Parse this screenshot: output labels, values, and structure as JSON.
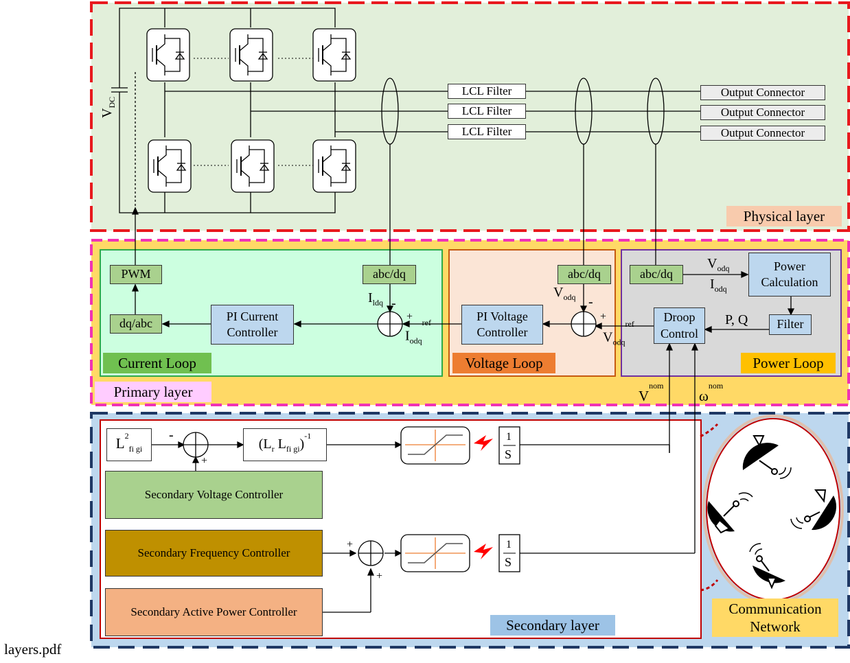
{
  "physical": {
    "label": "Physical layer",
    "vdc_main": "V",
    "vdc_sub": "DC",
    "lcl_filters": [
      "LCL Filter",
      "LCL Filter",
      "LCL Filter"
    ],
    "outputs": [
      "Output Connector",
      "Output Connector",
      "Output Connector"
    ]
  },
  "primary": {
    "label": "Primary layer",
    "current_loop": {
      "title": "Current Loop",
      "pwm": "PWM",
      "dq_abc": "dq/abc",
      "abc_dq": "abc/dq",
      "pi": "PI Current Controller",
      "i_ldq": "I",
      "i_ldq_sub": "ldq",
      "i_odq": "I",
      "i_odq_sub": "odq",
      "i_odq_sup": "ref",
      "plus": "+",
      "minus": "-"
    },
    "voltage_loop": {
      "title": "Voltage Loop",
      "abc_dq": "abc/dq",
      "pi": "PI Voltage Controller",
      "v_odq": "V",
      "v_odq_sub": "odq",
      "v_odq_ref": "V",
      "v_odq_ref_sub": "odq",
      "v_odq_ref_sup": "ref",
      "plus": "+",
      "minus": "-"
    },
    "power_loop": {
      "title": "Power Loop",
      "abc_dq": "abc/dq",
      "power_calc": "Power Calculation",
      "filter": "Filter",
      "droop": "Droop Control",
      "v_odq": "V",
      "v_odq_sub": "odq",
      "i_odq": "I",
      "i_odq_sub": "odq",
      "pq": "P, Q"
    },
    "v_nom": "V",
    "v_nom_sup": "nom",
    "w_nom": "ω",
    "w_nom_sup": "nom"
  },
  "secondary": {
    "label": "Secondary layer",
    "l2_main": "L",
    "l2_sup": "2",
    "l2_sub": "fi gi",
    "inv_expr_open": "(L",
    "inv_expr_r": "r",
    "inv_expr_mid": " L",
    "inv_expr_sub": "fi gi",
    "inv_expr_close": ")",
    "inv_expr_sup": "-1",
    "voltage_ctrl": "Secondary Voltage Controller",
    "freq_ctrl": "Secondary Frequency Controller",
    "power_ctrl": "Secondary Active Power  Controller",
    "integrator_num": "1",
    "integrator_den": "S",
    "plus": "+",
    "minus": "-"
  },
  "comm": {
    "label_line1": "Communication",
    "label_line2": "Network"
  },
  "footer": "layers.pdf",
  "colors": {
    "physical_bg": "#E2EFDA",
    "physical_border": "#E8191E",
    "primary_bg": "#FFD966",
    "primary_border": "#F033B4",
    "current_bg": "#CCFFE0",
    "current_border": "#2EAA4A",
    "voltage_bg": "#FBE5D6",
    "voltage_border": "#C55A11",
    "power_bg": "#D9D9D9",
    "power_border": "#7030A0",
    "secondary_bg": "#BDD7EE",
    "secondary_border": "#1F3864",
    "green_block": "#A9D18E",
    "blue_block": "#BDD7EE",
    "voltage_ctrl_bg": "#A9D18E",
    "freq_ctrl_bg": "#BF9000",
    "power_ctrl_bg": "#F4B183",
    "physical_tag_bg": "#F8CBAD",
    "primary_tag_bg": "#FFCCFF",
    "current_tag_bg": "#70C050",
    "voltage_tag_bg": "#ED7D31",
    "power_tag_bg": "#FFC000",
    "secondary_tag_bg": "#9DC3E6",
    "comm_tag_bg": "#FFD966"
  }
}
